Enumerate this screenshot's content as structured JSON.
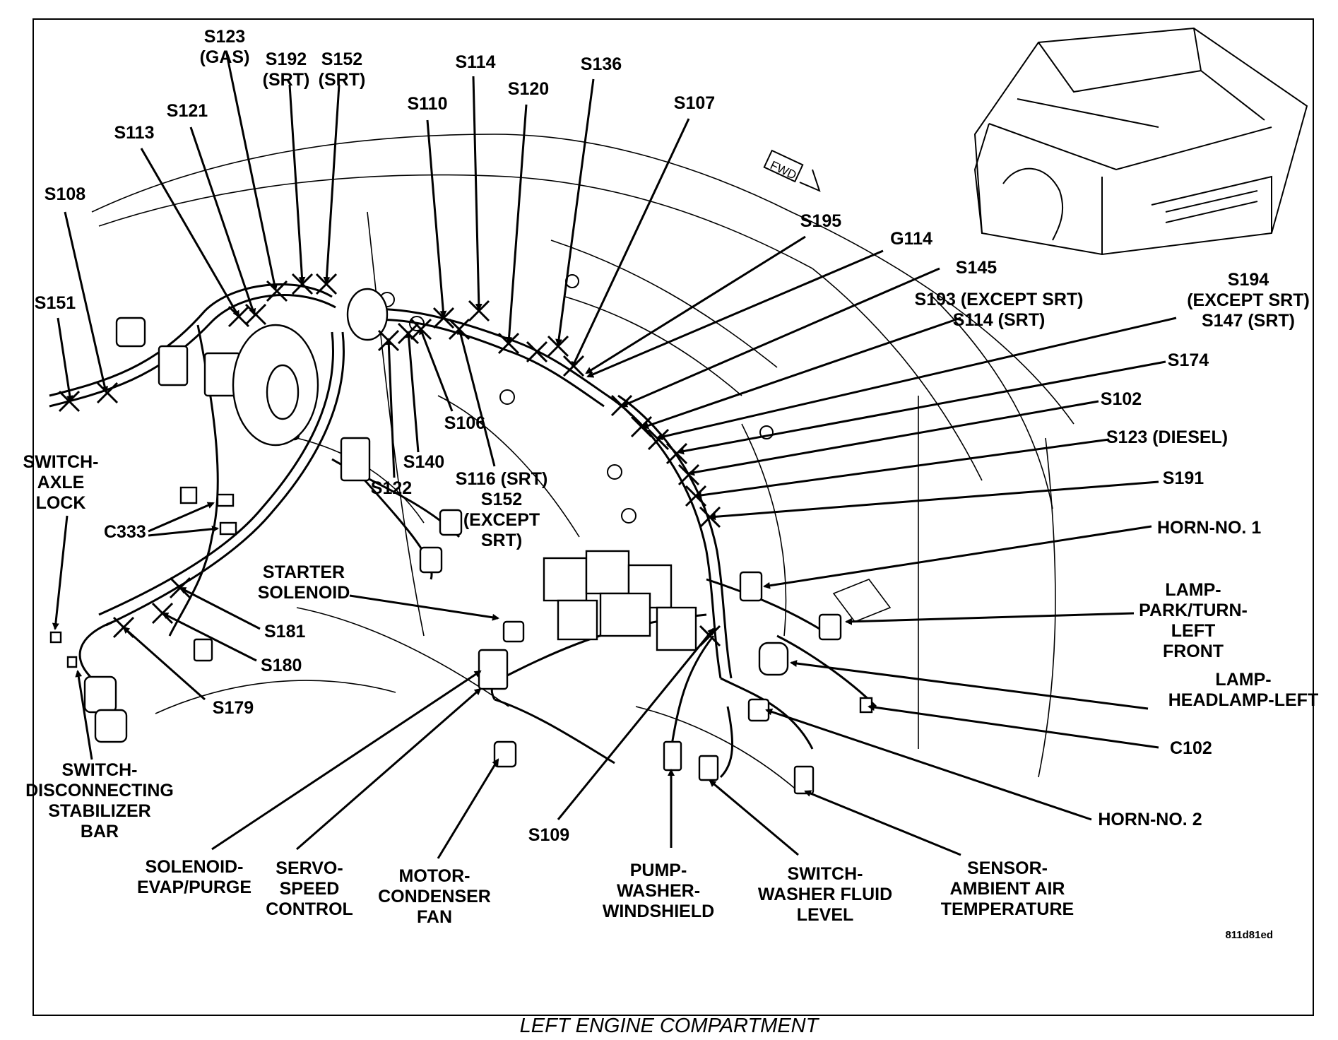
{
  "caption": "LEFT ENGINE COMPARTMENT",
  "fwd_label": "FWD",
  "ref_code": "811d81ed",
  "labels": [
    {
      "id": "s123-gas",
      "lines": [
        "S123",
        "(GAS)"
      ]
    },
    {
      "id": "s192-srt",
      "lines": [
        "S192",
        "(SRT)"
      ]
    },
    {
      "id": "s152-srt",
      "lines": [
        "S152",
        "(SRT)"
      ]
    },
    {
      "id": "s114",
      "lines": [
        "S114"
      ]
    },
    {
      "id": "s136",
      "lines": [
        "S136"
      ]
    },
    {
      "id": "s121",
      "lines": [
        "S121"
      ]
    },
    {
      "id": "s110",
      "lines": [
        "S110"
      ]
    },
    {
      "id": "s120",
      "lines": [
        "S120"
      ]
    },
    {
      "id": "s107",
      "lines": [
        "S107"
      ]
    },
    {
      "id": "s113",
      "lines": [
        "S113"
      ]
    },
    {
      "id": "s108",
      "lines": [
        "S108"
      ]
    },
    {
      "id": "s195",
      "lines": [
        "S195"
      ]
    },
    {
      "id": "g114",
      "lines": [
        "G114"
      ]
    },
    {
      "id": "s145",
      "lines": [
        "S145"
      ]
    },
    {
      "id": "s193",
      "lines": [
        "S193 (EXCEPT SRT)",
        "S114 (SRT)"
      ]
    },
    {
      "id": "s194",
      "lines": [
        "S194",
        "(EXCEPT SRT)",
        "S147 (SRT)"
      ]
    },
    {
      "id": "s151",
      "lines": [
        "S151"
      ]
    },
    {
      "id": "s174",
      "lines": [
        "S174"
      ]
    },
    {
      "id": "s102",
      "lines": [
        "S102"
      ]
    },
    {
      "id": "s123-diesel",
      "lines": [
        "S123 (DIESEL)"
      ]
    },
    {
      "id": "s191",
      "lines": [
        "S191"
      ]
    },
    {
      "id": "s106",
      "lines": [
        "S106"
      ]
    },
    {
      "id": "s140",
      "lines": [
        "S140"
      ]
    },
    {
      "id": "s122",
      "lines": [
        "S122"
      ]
    },
    {
      "id": "s116",
      "lines": [
        "S116 (SRT)",
        "S152",
        "(EXCEPT",
        "SRT)"
      ]
    },
    {
      "id": "switch-axle-lock",
      "lines": [
        "SWITCH-",
        "AXLE",
        "LOCK"
      ]
    },
    {
      "id": "c333",
      "lines": [
        "C333"
      ]
    },
    {
      "id": "horn-no1",
      "lines": [
        "HORN-NO. 1"
      ]
    },
    {
      "id": "starter-solenoid",
      "lines": [
        "STARTER",
        "SOLENOID"
      ]
    },
    {
      "id": "lamp-park-turn",
      "lines": [
        "LAMP-",
        "PARK/TURN-",
        "LEFT",
        "FRONT"
      ]
    },
    {
      "id": "s181",
      "lines": [
        "S181"
      ]
    },
    {
      "id": "s180",
      "lines": [
        "S180"
      ]
    },
    {
      "id": "lamp-headlamp",
      "lines": [
        "LAMP-",
        "HEADLAMP-LEFT"
      ]
    },
    {
      "id": "s179",
      "lines": [
        "S179"
      ]
    },
    {
      "id": "c102",
      "lines": [
        "C102"
      ]
    },
    {
      "id": "switch-disconnecting",
      "lines": [
        "SWITCH-",
        "DISCONNECTING",
        "STABILIZER",
        "BAR"
      ]
    },
    {
      "id": "horn-no2",
      "lines": [
        "HORN-NO. 2"
      ]
    },
    {
      "id": "s109",
      "lines": [
        "S109"
      ]
    },
    {
      "id": "solenoid-evap",
      "lines": [
        "SOLENOID-",
        "EVAP/PURGE"
      ]
    },
    {
      "id": "servo-speed",
      "lines": [
        "SERVO-",
        "SPEED",
        "CONTROL"
      ]
    },
    {
      "id": "motor-condenser",
      "lines": [
        "MOTOR-",
        "CONDENSER",
        "FAN"
      ]
    },
    {
      "id": "pump-washer",
      "lines": [
        "PUMP-",
        "WASHER-",
        "WINDSHIELD"
      ]
    },
    {
      "id": "switch-washer",
      "lines": [
        "SWITCH-",
        "WASHER FLUID",
        "LEVEL"
      ]
    },
    {
      "id": "sensor-ambient",
      "lines": [
        "SENSOR-",
        "AMBIENT AIR",
        "TEMPERATURE"
      ]
    }
  ]
}
